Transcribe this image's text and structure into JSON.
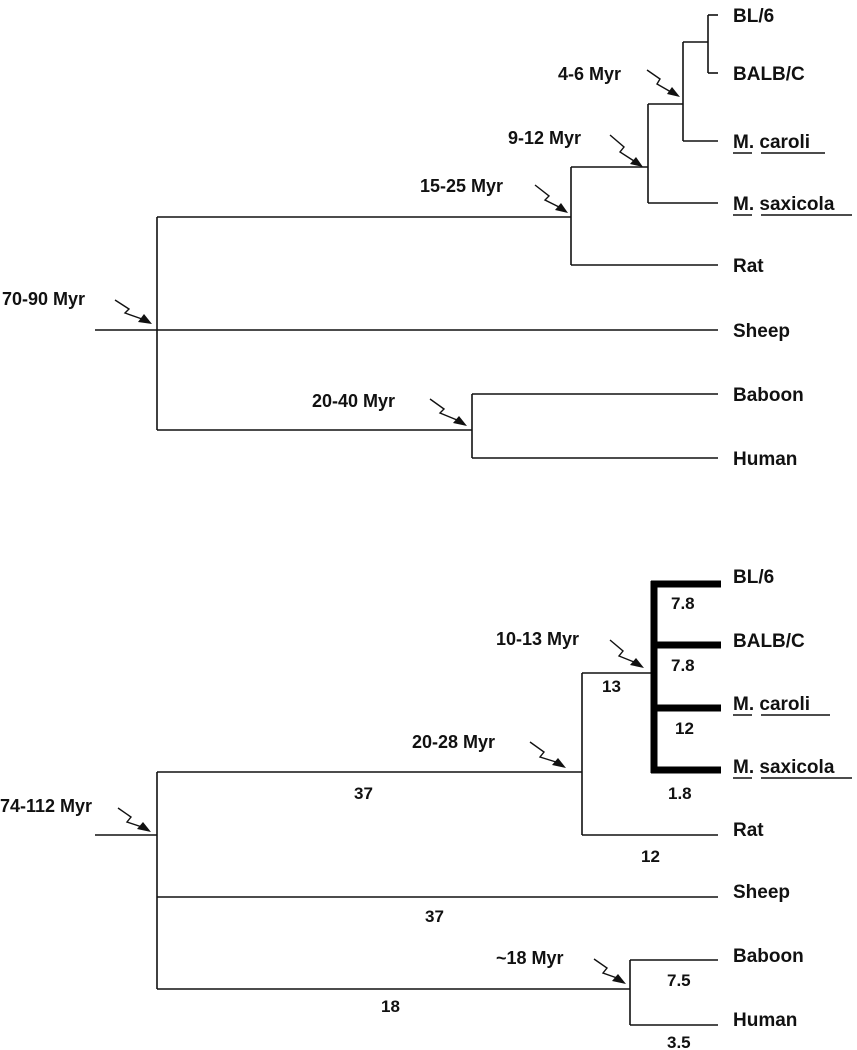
{
  "tree1": {
    "taxa": [
      "BL/6",
      "BALB/C",
      "M. caroli",
      "M. saxicola",
      "Rat",
      "Sheep",
      "Baboon",
      "Human"
    ],
    "divergences": [
      "4-6 Myr",
      "9-12 Myr",
      "15-25 Myr",
      "70-90 Myr",
      "20-40 Myr"
    ]
  },
  "tree2": {
    "taxa": [
      "BL/6",
      "BALB/C",
      "M. caroli",
      "M. saxicola",
      "Rat",
      "Sheep",
      "Baboon",
      "Human"
    ],
    "divergences": [
      "10-13 Myr",
      "20-28 Myr",
      "74-112 Myr",
      "~18 Myr"
    ],
    "branch_lengths": [
      "7.8",
      "7.8",
      "12",
      "1.8",
      "13",
      "37",
      "12",
      "37",
      "18",
      "7.5",
      "3.5"
    ]
  },
  "species_genus": "M.",
  "species_names": [
    "caroli",
    "saxicola"
  ]
}
